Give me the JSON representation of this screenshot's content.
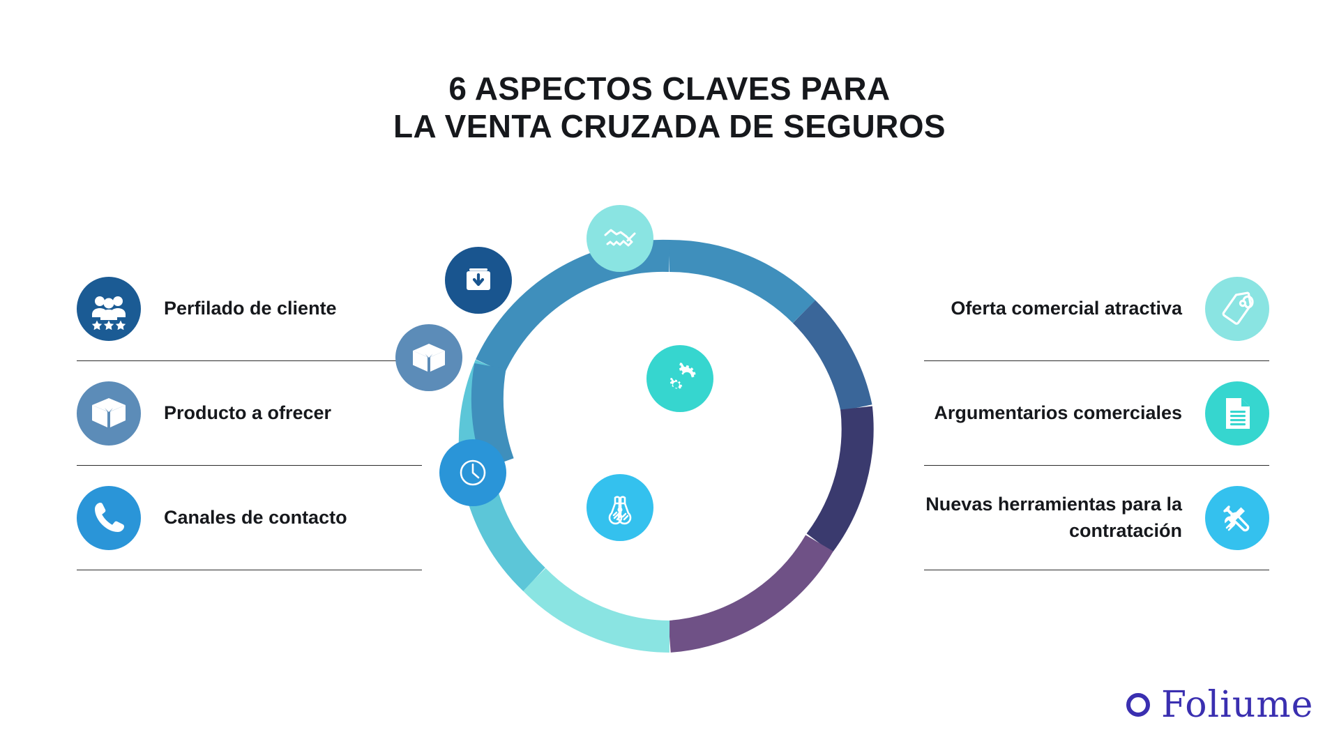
{
  "title": {
    "line1": "6 ASPECTOS CLAVES PARA",
    "line2": "LA VENTA CRUZADA DE SEGUROS"
  },
  "left_column": [
    {
      "label": "Perfilado de cliente",
      "icon": "people-stars-icon",
      "color": "#1b5b94"
    },
    {
      "label": "Producto a ofrecer",
      "icon": "box-icon",
      "color": "#5c8cb8"
    },
    {
      "label": "Canales de contacto",
      "icon": "phone-icon",
      "color": "#2a95d8"
    }
  ],
  "right_column": [
    {
      "label": "Oferta comercial atractiva",
      "icon": "price-tag-icon",
      "color": "#8ae4e2"
    },
    {
      "label": "Argumentarios comerciales",
      "icon": "document-icon",
      "color": "#36d6cf"
    },
    {
      "label": "Nuevas herramientas para la contratación",
      "icon": "tools-icon",
      "color": "#34c1ee"
    }
  ],
  "ring": {
    "segments": [
      {
        "name": "descarga",
        "color": "#3f8fbc"
      },
      {
        "name": "acuerdo",
        "color": "#3a6699"
      },
      {
        "name": "configuracion",
        "color": "#3a3a6e"
      },
      {
        "name": "busqueda",
        "color": "#6f5186"
      },
      {
        "name": "tiempo",
        "color": "#8ae4e2"
      },
      {
        "name": "producto",
        "color": "#5cc6d8"
      }
    ],
    "nodes": [
      {
        "name": "inbox-down-icon",
        "color": "#19558f"
      },
      {
        "name": "handshake-icon",
        "color": "#8ae4e2"
      },
      {
        "name": "gears-icon",
        "color": "#36d6cf"
      },
      {
        "name": "binoculars-icon",
        "color": "#34c1ee"
      },
      {
        "name": "clock-icon",
        "color": "#2a95d8"
      },
      {
        "name": "box-icon",
        "color": "#5c8cb8"
      }
    ]
  },
  "logo": {
    "text": "Foliume",
    "mark": "circle-o-mark",
    "color": "#3a2fb0"
  }
}
